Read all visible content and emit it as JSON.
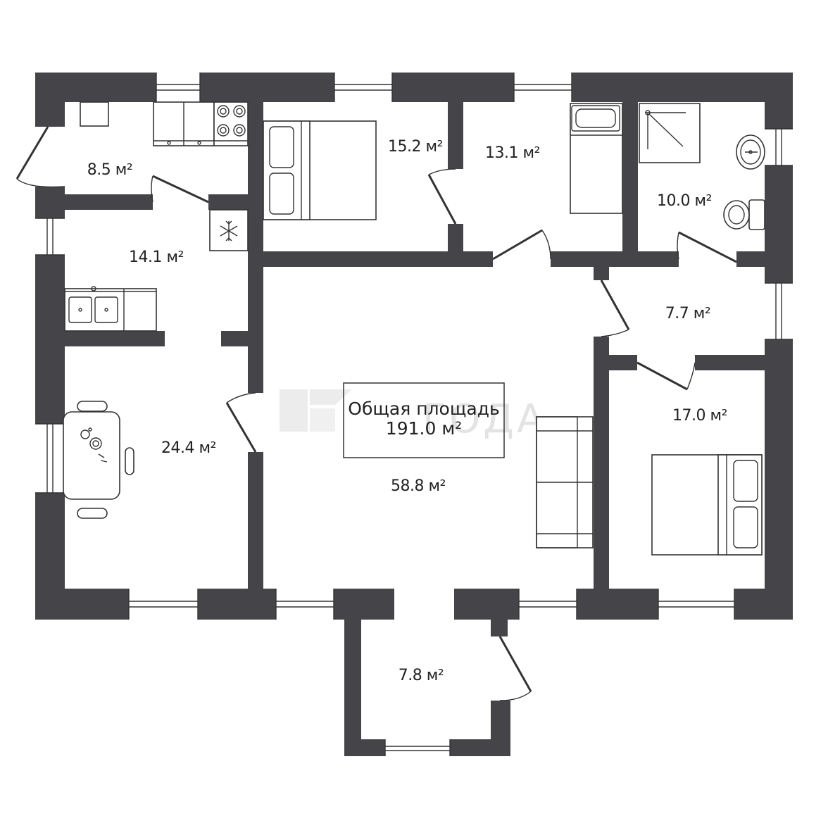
{
  "colors": {
    "wall": "#454549",
    "background": "#ffffff",
    "line": "#333333",
    "watermark": "#e3e3e3"
  },
  "summary": {
    "title": "Общая площадь",
    "value": "191.0 м²"
  },
  "watermark": {
    "text": "ГОДА"
  },
  "rooms": [
    {
      "id": "entry",
      "area": "8.5 м²"
    },
    {
      "id": "bedroom-1",
      "area": "15.2 м²"
    },
    {
      "id": "bedroom-2",
      "area": "13.1 м²"
    },
    {
      "id": "bathroom",
      "area": "10.0 м²"
    },
    {
      "id": "kitchen",
      "area": "14.1 м²"
    },
    {
      "id": "dining",
      "area": "24.4 м²"
    },
    {
      "id": "hall-small",
      "area": "7.7 м²"
    },
    {
      "id": "living",
      "area": "58.8 м²"
    },
    {
      "id": "bedroom-3",
      "area": "17.0 м²"
    },
    {
      "id": "porch",
      "area": "7.8 м²"
    }
  ]
}
